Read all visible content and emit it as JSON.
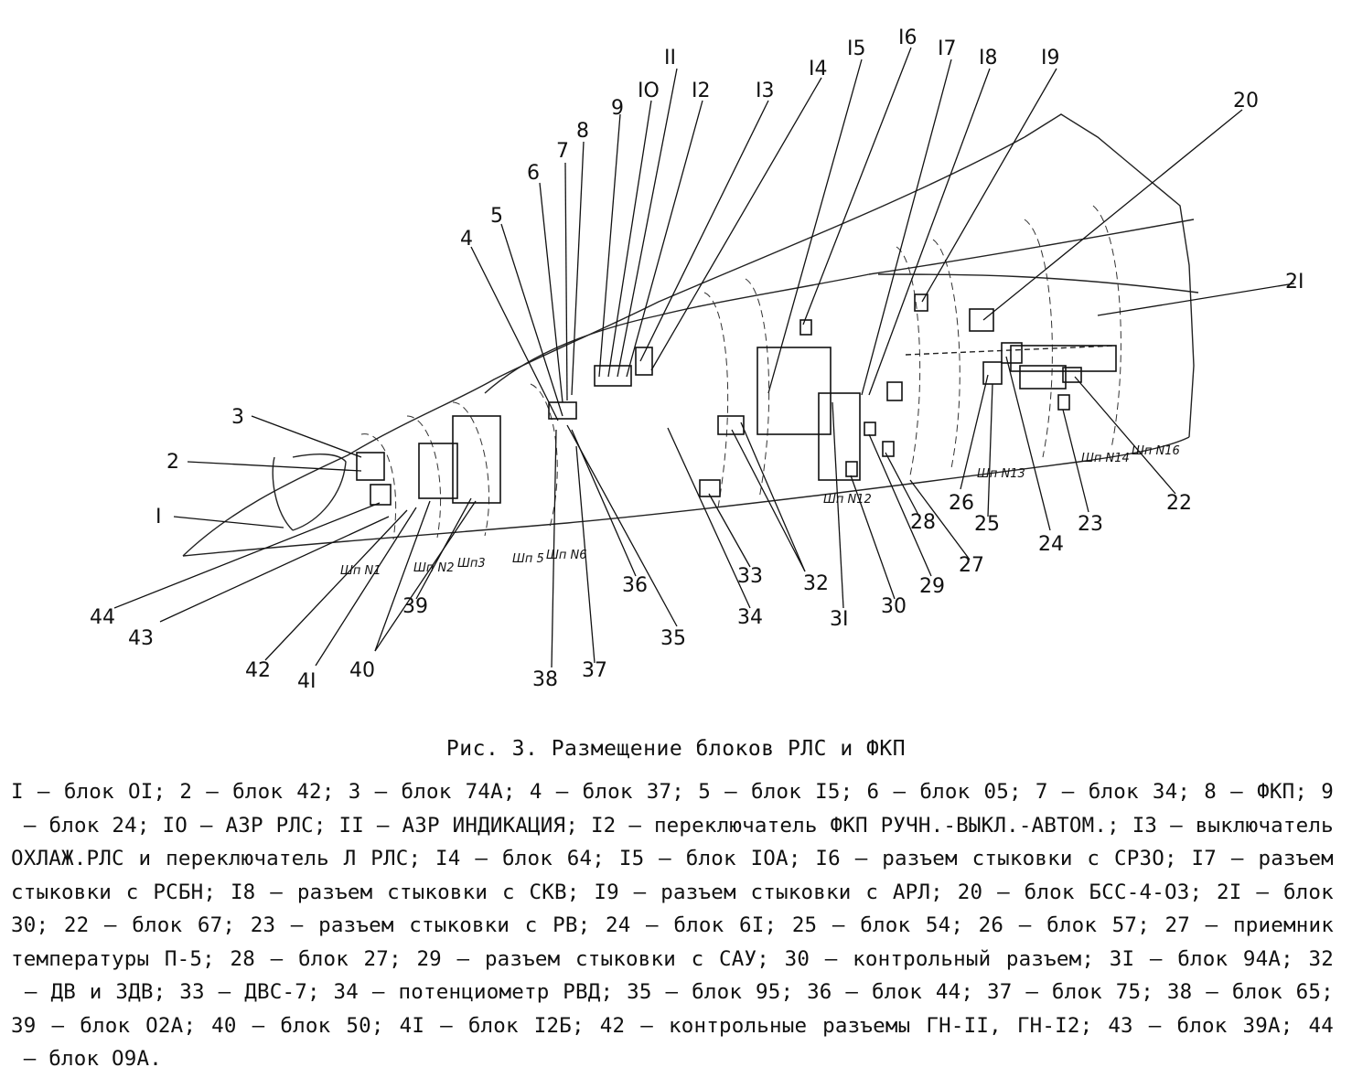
{
  "caption": "Рис. 3. Размещение блоков РЛС и ФКП",
  "legend": [
    {
      "num": "I",
      "text": "блок OI"
    },
    {
      "num": "2",
      "text": "блок 42"
    },
    {
      "num": "3",
      "text": "блок 74А"
    },
    {
      "num": "4",
      "text": "блок 37"
    },
    {
      "num": "5",
      "text": "блок I5"
    },
    {
      "num": "6",
      "text": "блок 05"
    },
    {
      "num": "7",
      "text": "блок 34"
    },
    {
      "num": "8",
      "text": "ФКП"
    },
    {
      "num": "9",
      "text": "блок 24"
    },
    {
      "num": "IO",
      "text": "АЗР РЛС"
    },
    {
      "num": "II",
      "text": "АЗР ИНДИКАЦИЯ"
    },
    {
      "num": "I2",
      "text": "переключатель ФКП РУЧН.-ВЫКЛ.-АВТОМ."
    },
    {
      "num": "I3",
      "text": "выключатель ОХЛАЖ.РЛС и переключатель Л РЛС"
    },
    {
      "num": "I4",
      "text": "блок 64"
    },
    {
      "num": "I5",
      "text": "блок IOA"
    },
    {
      "num": "I6",
      "text": "разъем стыковки с СРЗО"
    },
    {
      "num": "I7",
      "text": "разъем стыковки с РСБН"
    },
    {
      "num": "I8",
      "text": "разъем стыковки с СКВ"
    },
    {
      "num": "I9",
      "text": "разъем стыковки с АРЛ"
    },
    {
      "num": "20",
      "text": "блок БСС-4-ОЗ"
    },
    {
      "num": "2I",
      "text": "блок 30"
    },
    {
      "num": "22",
      "text": "блок 67"
    },
    {
      "num": "23",
      "text": "разъем стыковки с РВ"
    },
    {
      "num": "24",
      "text": "блок 6I"
    },
    {
      "num": "25",
      "text": "блок 54"
    },
    {
      "num": "26",
      "text": "блок 57"
    },
    {
      "num": "27",
      "text": "приемник температуры П-5"
    },
    {
      "num": "28",
      "text": "блок 27"
    },
    {
      "num": "29",
      "text": "разъем стыковки с САУ"
    },
    {
      "num": "30",
      "text": "контрольный разъем"
    },
    {
      "num": "3I",
      "text": "блок 94А"
    },
    {
      "num": "32",
      "text": "ДВ и ЗДВ"
    },
    {
      "num": "33",
      "text": "ДВС-7"
    },
    {
      "num": "34",
      "text": "потенциометр РВД"
    },
    {
      "num": "35",
      "text": "блок 95"
    },
    {
      "num": "36",
      "text": "блок 44"
    },
    {
      "num": "37",
      "text": "блок 75"
    },
    {
      "num": "38",
      "text": "блок 65"
    },
    {
      "num": "39",
      "text": "блок О2А"
    },
    {
      "num": "40",
      "text": "блок 50"
    },
    {
      "num": "4I",
      "text": "блок I2Б"
    },
    {
      "num": "42",
      "text": "контрольные разъемы ГН-II, ГН-I2"
    },
    {
      "num": "43",
      "text": "блок 39А"
    },
    {
      "num": "44",
      "text": "блок О9А"
    }
  ],
  "callouts": [
    "I",
    "2",
    "3",
    "4",
    "5",
    "6",
    "7",
    "8",
    "9",
    "IO",
    "II",
    "I2",
    "I3",
    "I4",
    "I5",
    "I6",
    "I7",
    "I8",
    "I9",
    "20",
    "2I",
    "22",
    "23",
    "24",
    "25",
    "26",
    "27",
    "28",
    "29",
    "30",
    "3I",
    "32",
    "33",
    "34",
    "35",
    "36",
    "37",
    "38",
    "39",
    "40",
    "4I",
    "42",
    "43",
    "44"
  ],
  "frame_labels": [
    "Шп N1",
    "Шп N2",
    "Шп3",
    "Шп 5",
    "Шп N6",
    "Шп N12",
    "Шп N13",
    "Шп N14",
    "Шп N16"
  ]
}
